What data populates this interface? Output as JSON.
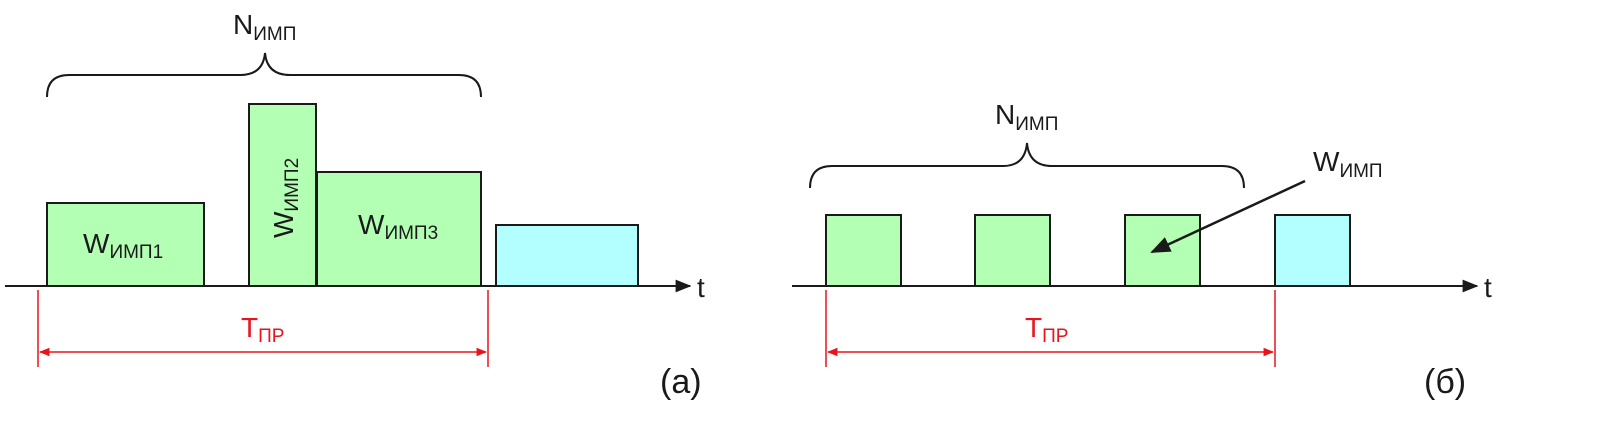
{
  "panel_a": {
    "n_label": "N",
    "n_sub": "ИМП",
    "pulse1_label": "W",
    "pulse1_sub": "ИМП1",
    "pulse2_label": "W",
    "pulse2_sub": "ИМП2",
    "pulse3_label": "W",
    "pulse3_sub": "ИМП3",
    "period_label": "T",
    "period_sub": "ПР",
    "axis_label": "t",
    "caption": "(а)"
  },
  "panel_b": {
    "n_label": "N",
    "n_sub": "ИМП",
    "pulse_label": "W",
    "pulse_sub": "ИМП",
    "period_label": "T",
    "period_sub": "ПР",
    "axis_label": "t",
    "caption": "(б)"
  },
  "colors": {
    "pulse_fill": "#b3ffb3",
    "next_pulse_fill": "#b3ffff",
    "outline": "#1a1a1a",
    "period_marker": "#e8131b"
  }
}
